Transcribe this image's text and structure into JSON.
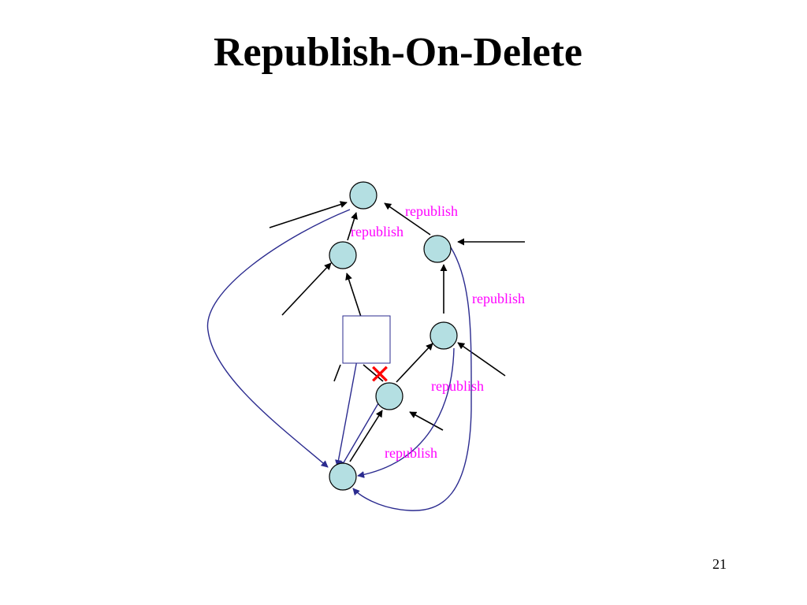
{
  "slide": {
    "title": "Republish-On-Delete",
    "page_number": "21"
  },
  "diagram": {
    "label_color": "#ff00ff",
    "node_fill": "#b4dfe2",
    "curve_color": "#2b2b8f",
    "delete_mark_color": "#ff0000",
    "labels": {
      "republish_top_right": "republish",
      "republish_top_left": "republish",
      "republish_right_side": "republish",
      "republish_middle": "republish",
      "republish_bottom": "republish"
    },
    "delete_mark": "✕"
  }
}
